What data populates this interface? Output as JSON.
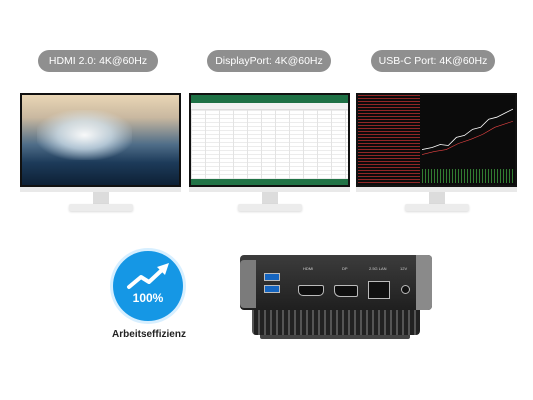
{
  "labels": {
    "hdmi": "HDMI 2.0: 4K@60Hz",
    "displayport": "DisplayPort: 4K@60Hz",
    "usbc": "USB-C Port: 4K@60Hz"
  },
  "badge": {
    "value": "100%",
    "caption": "Arbeitseffizienz",
    "color": "#1597e5"
  },
  "ports": {
    "hdmi": "HDMI",
    "dp": "DP",
    "lan": "2.5G LAN",
    "dc": "12V"
  },
  "colors": {
    "label_bg": "#8f8f8f",
    "usb_port": "#1565c0"
  },
  "icons": {
    "badge": "trend-arrow-icon"
  }
}
